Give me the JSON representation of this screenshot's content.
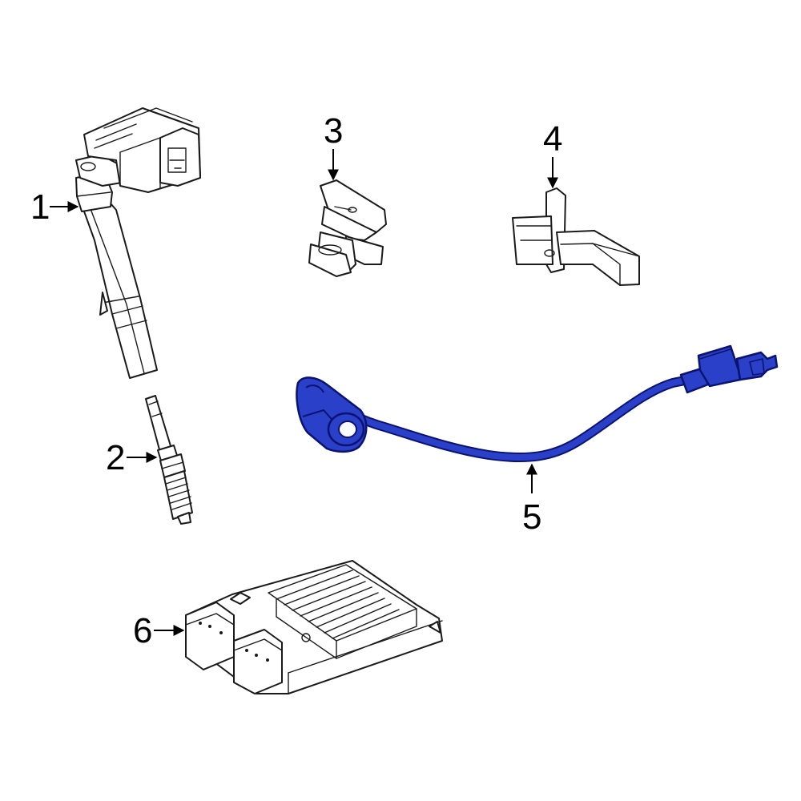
{
  "diagram": {
    "callouts": [
      {
        "id": "1",
        "label": "1"
      },
      {
        "id": "2",
        "label": "2"
      },
      {
        "id": "3",
        "label": "3"
      },
      {
        "id": "4",
        "label": "4"
      },
      {
        "id": "5",
        "label": "5"
      },
      {
        "id": "6",
        "label": "6"
      }
    ],
    "colors": {
      "line": "#1a1a1a",
      "highlight_fill": "#2a40c8",
      "highlight_stroke": "#0a1370",
      "background": "#ffffff"
    },
    "highlighted_part": "5"
  }
}
